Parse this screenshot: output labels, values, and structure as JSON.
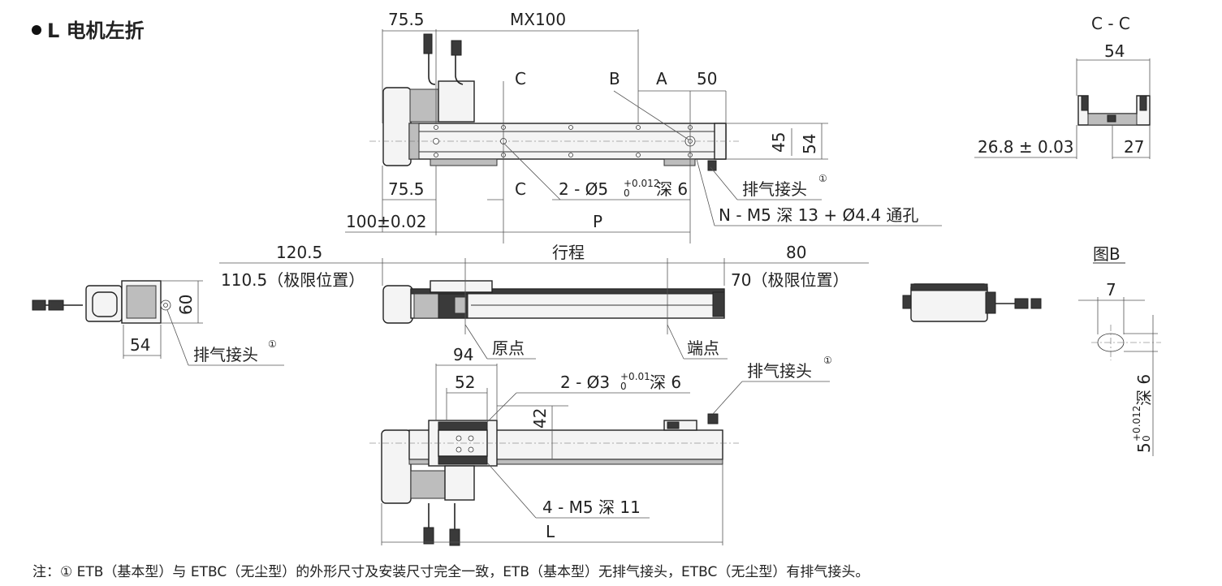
{
  "title": "L 电机左折",
  "labels": {
    "top_75_5_a": "75.5",
    "top_mx100": "MX100",
    "top_c_a": "C",
    "top_b": "B",
    "top_a": "A",
    "top_50": "50",
    "top_45": "45",
    "top_54": "54",
    "top_75_5_b": "75.5",
    "top_c_b": "C",
    "top_hole": "2 - Ø5",
    "top_hole_tol_up": "+0.012",
    "top_hole_tol_down": "0",
    "top_hole_depth": "深 6",
    "top_vent": "排气接头",
    "top_100": "100±0.02",
    "top_p": "P",
    "top_n": "N - M5 深 13 + Ø4.4 通孔",
    "cc_title": "C - C",
    "cc_54": "54",
    "cc_26_8": "26.8 ± 0.03",
    "cc_27": "27",
    "mid_120_5": "120.5",
    "mid_stroke": "行程",
    "mid_80": "80",
    "mid_110_5": "110.5（极限位置）",
    "mid_70": "70（极限位置）",
    "mid_origin": "原点",
    "mid_end": "端点",
    "left_60": "60",
    "left_54": "54",
    "left_vent": "排气接头",
    "figb_title": "图B",
    "figb_7": "7",
    "figb_depth": "5",
    "figb_depth_tol_up": "+0.012",
    "figb_depth_tol_down": "0",
    "figb_depth_txt": "深 6",
    "bot_94": "94",
    "bot_52": "52",
    "bot_hole": "2 - Ø3",
    "bot_hole_tol_up": "+0.01",
    "bot_hole_tol_down": "0",
    "bot_hole_depth": "深 6",
    "bot_vent": "排气接头",
    "bot_42": "42",
    "bot_m5": "4 - M5 深 11",
    "bot_l": "L",
    "circled_one": "①",
    "note": "注：① ETB（基本型）与 ETBC（无尘型）的外形尺寸及安装尺寸完全一致，ETB（基本型）无排气接头，ETBC（无尘型）有排气接头。"
  }
}
